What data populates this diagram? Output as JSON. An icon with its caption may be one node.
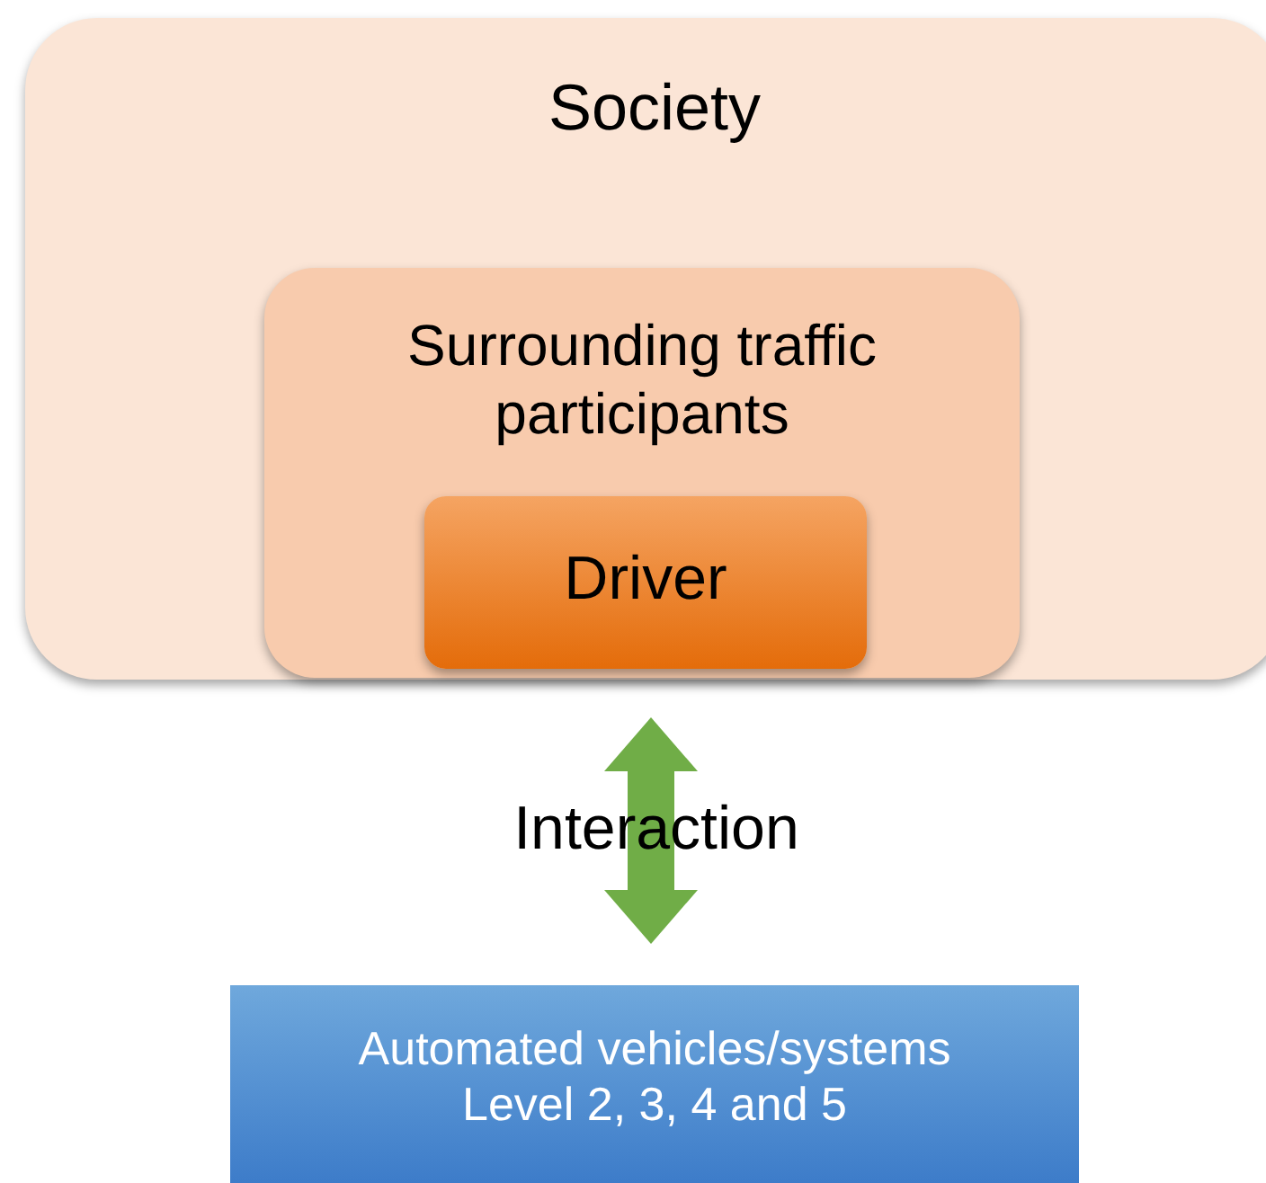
{
  "diagram": {
    "nodes": [
      {
        "text": [
          "Society"
        ]
      },
      {
        "text": [
          "Surrounding traffic participants"
        ],
        "in": 0
      },
      {
        "text": [
          "Driver"
        ],
        "in": 1
      },
      {
        "text": [
          "Automated vehicles/systems Level 2, 3, 4 and 5"
        ]
      }
    ],
    "edges": [
      {
        "from": 0,
        "to": 3,
        "arrow": "both",
        "label": "Interaction"
      }
    ]
  }
}
